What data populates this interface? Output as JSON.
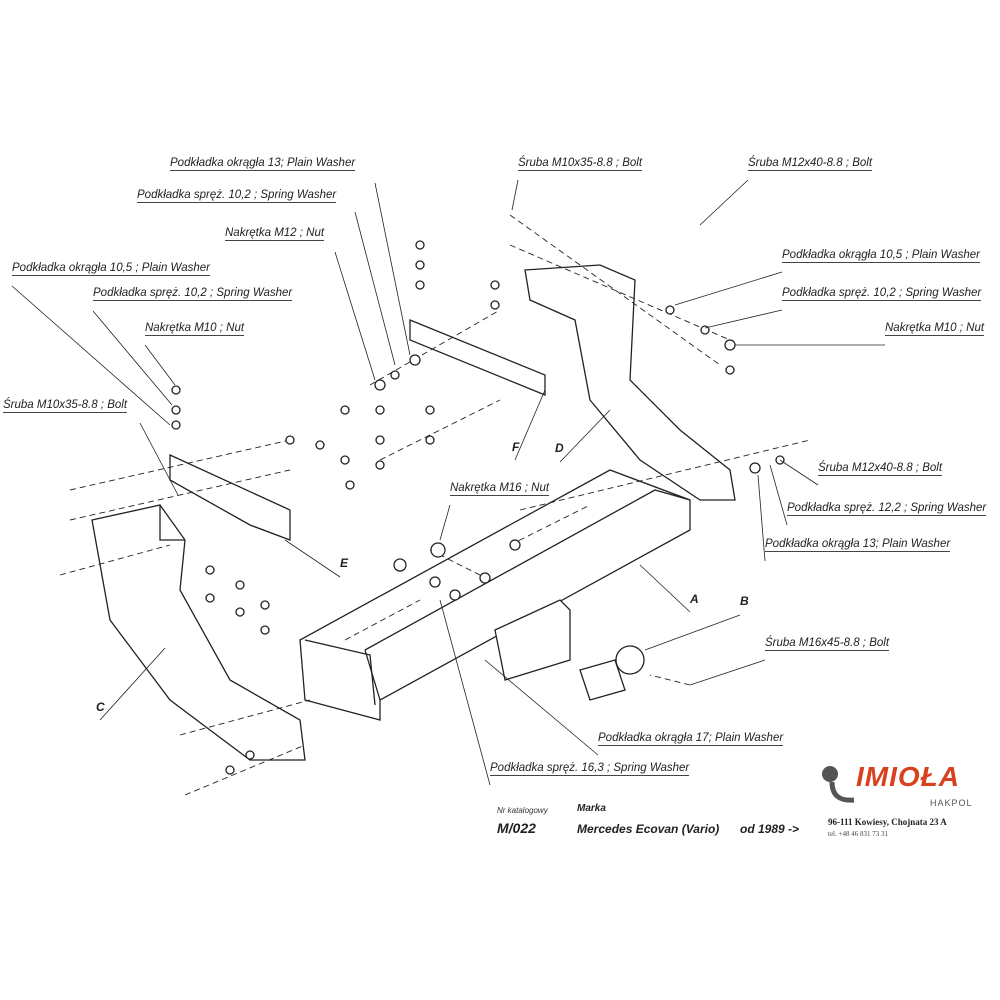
{
  "labels": {
    "l1": "Podkładka okrągła 13; Plain Washer",
    "l2": "Podkładka spręż. 10,2 ; Spring Washer",
    "l3": "Nakrętka  M12 ; Nut",
    "l4": "Podkładka okrągła 10,5 ; Plain Washer",
    "l5": "Podkładka spręż. 10,2 ; Spring Washer",
    "l6": "Nakrętka  M10 ; Nut",
    "l7": "Śruba M10x35-8.8 ;  Bolt",
    "r1": "Śruba M10x35-8.8 ;  Bolt",
    "r2": "Śruba M12x40-8.8 ;  Bolt",
    "r3": "Podkładka okrągła 10,5 ; Plain Washer",
    "r4": "Podkładka spręż. 10,2 ; Spring Washer",
    "r5": "Nakrętka  M10 ; Nut",
    "r6": "Śruba M12x40-8.8 ;  Bolt",
    "r7": "Podkładka spręż. 12,2 ; Spring Washer",
    "r8": "Podkładka okrągła 13; Plain Washer",
    "m1": "Nakrętka  M16 ; Nut",
    "m2": "Śruba M16x45-8.8 ;  Bolt",
    "m3": "Podkładka okrągła 17; Plain Washer",
    "m4": "Podkładka spręż. 16,3 ; Spring Washer"
  },
  "parts": {
    "A": "A",
    "B": "B",
    "C": "C",
    "D": "D",
    "E": "E",
    "F": "F"
  },
  "footer": {
    "catalog_label": "Nr katalogowy",
    "catalog_number": "M/022",
    "brand_label": "Marka",
    "brand": "Mercedes Ecovan (Vario)",
    "years": "od 1989 ->",
    "logo_text": "IMIOŁA",
    "logo_sub": "HAKPOL",
    "address": "96-111 Kowiesy, Chojnata 23 A",
    "phone": "tel. +48 46 831 73 31"
  },
  "colors": {
    "logo": "#d9411e",
    "line": "#222222"
  }
}
